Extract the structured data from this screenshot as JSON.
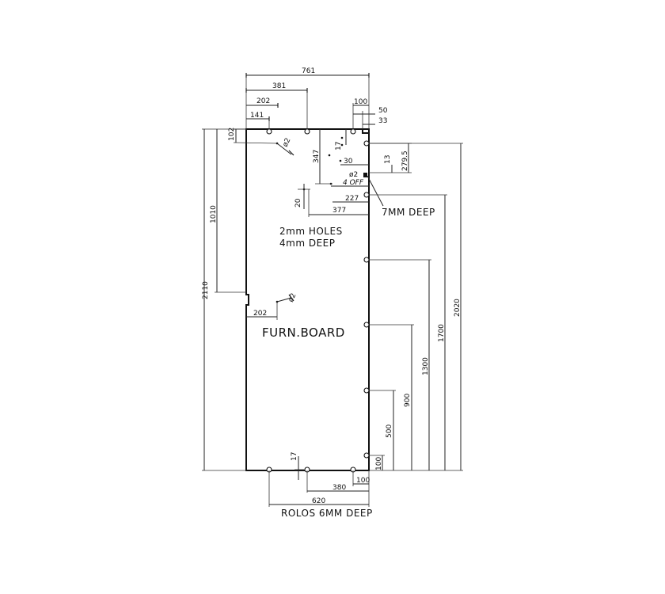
{
  "dims": {
    "w761": "761",
    "w381": "381",
    "w202_top": "202",
    "w141": "141",
    "w100_top": "100",
    "w50": "50",
    "w33": "33",
    "h102": "102",
    "h347": "347",
    "h17_top": "17",
    "h13": "13",
    "h279_5": "279.5",
    "w30": "30",
    "h20": "20",
    "w227": "227",
    "w377": "377",
    "h1010": "1010",
    "h2110": "2110",
    "w202_mid": "202",
    "h2020": "2020",
    "h1700": "1700",
    "h1300": "1300",
    "h900": "900",
    "h500": "500",
    "h100_right": "100",
    "h17_bottom": "17",
    "w380": "380",
    "w100_bottom": "100",
    "w620": "620"
  },
  "labels": {
    "phi2_top": "ø2",
    "phi2_mid": "ø2",
    "phi2_side": "ø2",
    "four_off": "4  OFF",
    "seven_mm_deep": "7MM  DEEP",
    "holes_line1": "2mm  HOLES",
    "holes_line2": "4mm  DEEP",
    "furn_board": "FURN.BOARD",
    "rolos": "ROLOS  6MM  DEEP"
  }
}
